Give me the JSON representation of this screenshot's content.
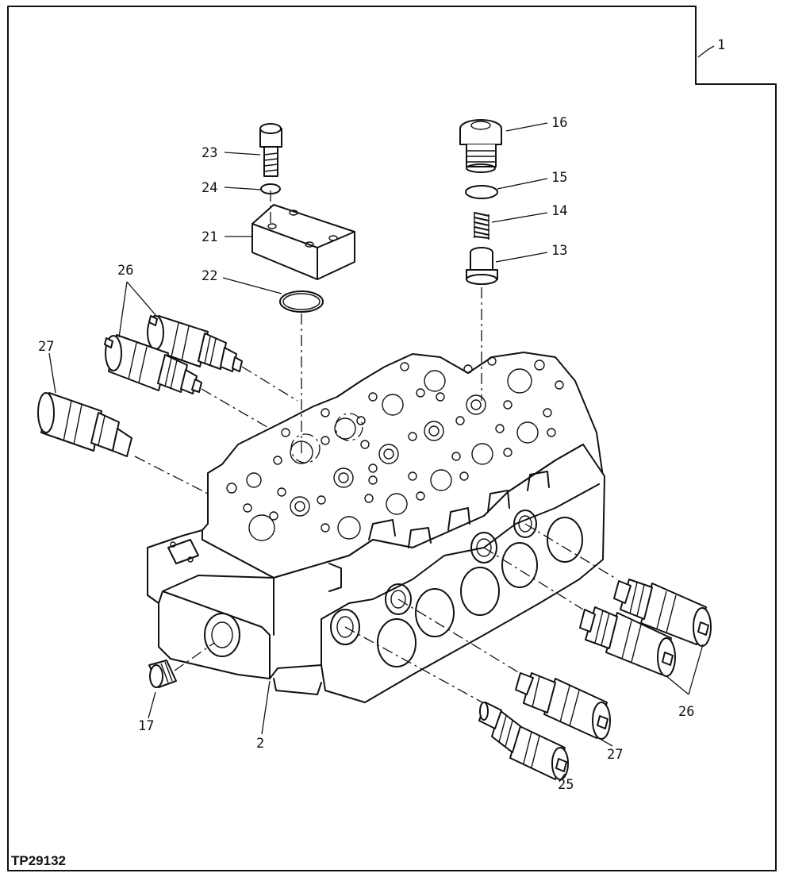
{
  "figure_id": "TP29132",
  "callouts": {
    "c1": "1",
    "c2": "2",
    "c13": "13",
    "c14": "14",
    "c15": "15",
    "c16": "16",
    "c17": "17",
    "c21": "21",
    "c22": "22",
    "c23": "23",
    "c24": "24",
    "c25": "25",
    "c26_top": "26",
    "c26_right": "26",
    "c27_left": "27",
    "c27_bottom": "27"
  },
  "parts": [
    {
      "id": "1",
      "name": "control-valve-assembly"
    },
    {
      "id": "2",
      "name": "valve-housing"
    },
    {
      "id": "13",
      "name": "poppet"
    },
    {
      "id": "14",
      "name": "spring"
    },
    {
      "id": "15",
      "name": "o-ring"
    },
    {
      "id": "16",
      "name": "plug"
    },
    {
      "id": "17",
      "name": "plug"
    },
    {
      "id": "21",
      "name": "cover-plate"
    },
    {
      "id": "22",
      "name": "o-ring"
    },
    {
      "id": "23",
      "name": "cap-screw"
    },
    {
      "id": "24",
      "name": "lock-washer"
    },
    {
      "id": "25",
      "name": "relief-valve"
    },
    {
      "id": "26",
      "name": "relief-valve"
    },
    {
      "id": "27",
      "name": "relief-valve"
    }
  ]
}
